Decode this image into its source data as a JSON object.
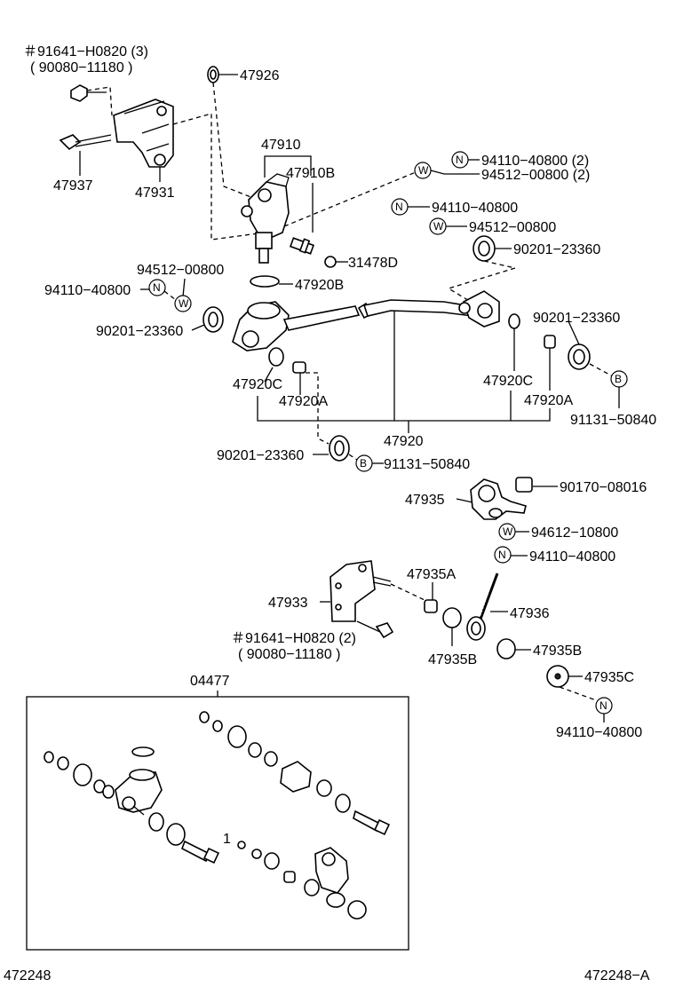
{
  "labels": {
    "l_91641_top": "＃91641−H0820 (3)",
    "l_90080_top": "( 90080−11180 )",
    "l_47926": "47926",
    "l_47937": "47937",
    "l_47931": "47931",
    "l_47910": "47910",
    "l_47910b": "47910B",
    "l_94110_2": "94110−40800 (2)",
    "l_94512_2": "94512−00800 (2)",
    "l_94110_a": "94110−40800",
    "l_94512_a": "94512−00800",
    "l_90201_a": "90201−23360",
    "l_31478d": "31478D",
    "l_47920b": "47920B",
    "l_94512_b": "94512−00800",
    "l_94110_b": "94110−40800",
    "l_90201_b": "90201−23360",
    "l_90201_c": "90201−23360",
    "l_91131_a": "91131−50840",
    "l_47920c_l": "47920C",
    "l_47920a_l": "47920A",
    "l_47920c_r": "47920C",
    "l_47920a_r": "47920A",
    "l_47920": "47920",
    "l_90201_d": "90201−23360",
    "l_91131_b": "91131−50840",
    "l_47935": "47935",
    "l_90170": "90170−08016",
    "l_94612": "94612−10800",
    "l_94110_c": "94110−40800",
    "l_47935a": "47935A",
    "l_47933": "47933",
    "l_47936": "47936",
    "l_91641_mid": "＃91641−H0820 (2)",
    "l_90080_mid": "( 90080−11180 )",
    "l_47935b_l": "47935B",
    "l_47935b_r": "47935B",
    "l_47935c": "47935C",
    "l_94110_d": "94110−40800",
    "l_04477": "04477",
    "l_kit_1": "1",
    "l_ref_left": "472248",
    "l_ref_right": "472248−A"
  },
  "badges": {
    "n": "N",
    "w": "W",
    "b": "B"
  }
}
